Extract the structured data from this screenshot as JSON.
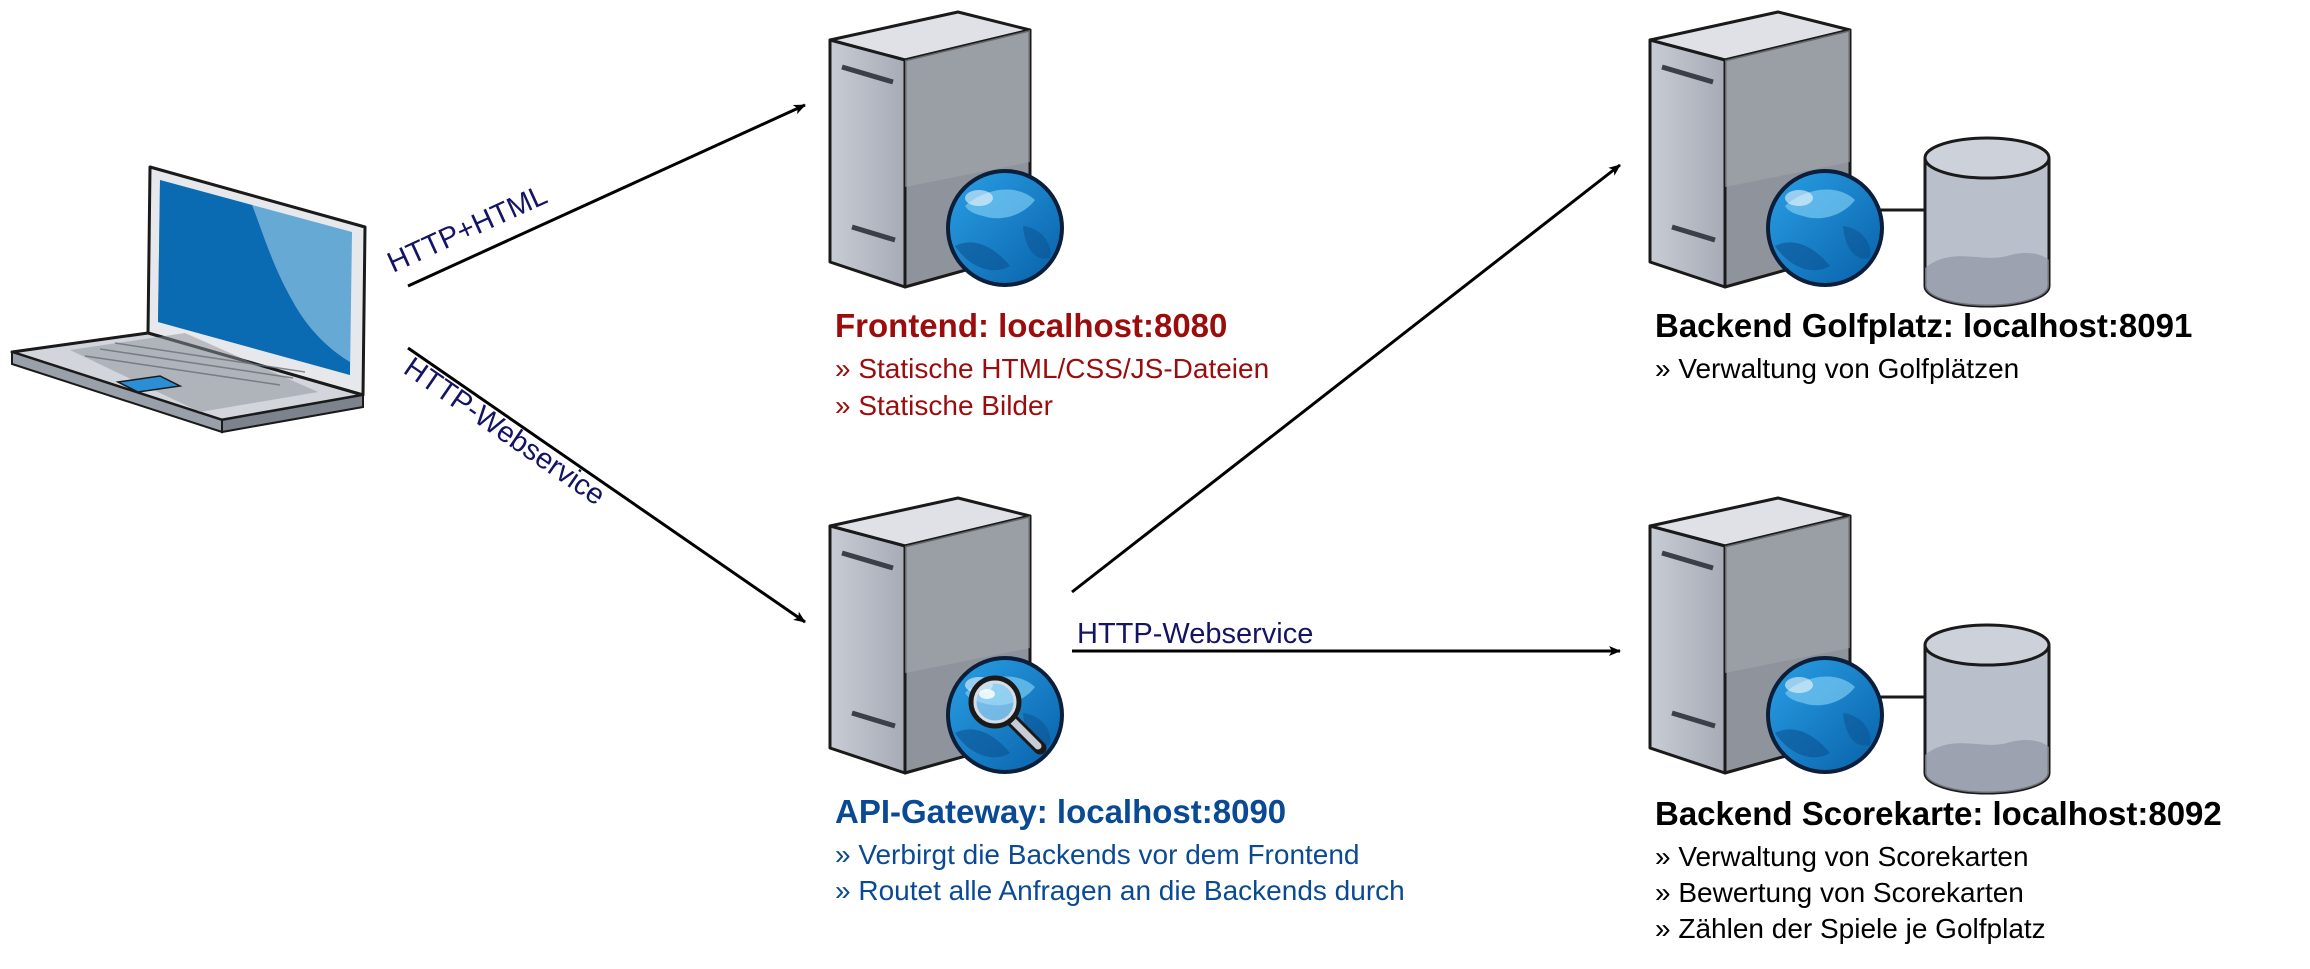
{
  "colors": {
    "frontend": "#9b0d0d",
    "gateway": "#0a4a94",
    "backend": "#000000",
    "edge_label": "#141464"
  },
  "edges": {
    "client_to_frontend": "HTTP+HTML",
    "client_to_gateway": "HTTP-Webservice",
    "gateway_to_backends": "HTTP-Webservice"
  },
  "nodes": {
    "client": {
      "icon": "laptop-icon"
    },
    "frontend": {
      "icon": "web-server-icon",
      "title": "Frontend: localhost:8080",
      "items": [
        "» Statische HTML/CSS/JS-Dateien",
        "» Statische Bilder"
      ]
    },
    "gateway": {
      "icon": "gateway-server-icon",
      "title": "API-Gateway: localhost:8090",
      "items": [
        "» Verbirgt die Backends vor dem Frontend",
        "» Routet alle Anfragen an die Backends durch"
      ]
    },
    "backend_golf": {
      "icon": "database-server-icon",
      "title": "Backend Golfplatz: localhost:8091",
      "items": [
        "» Verwaltung von Golfplätzen"
      ]
    },
    "backend_score": {
      "icon": "database-server-icon",
      "title": "Backend Scorekarte: localhost:8092",
      "items": [
        "» Verwaltung von Scorekarten",
        "» Bewertung von Scorekarten",
        "» Zählen der Spiele je Golfplatz"
      ]
    }
  }
}
